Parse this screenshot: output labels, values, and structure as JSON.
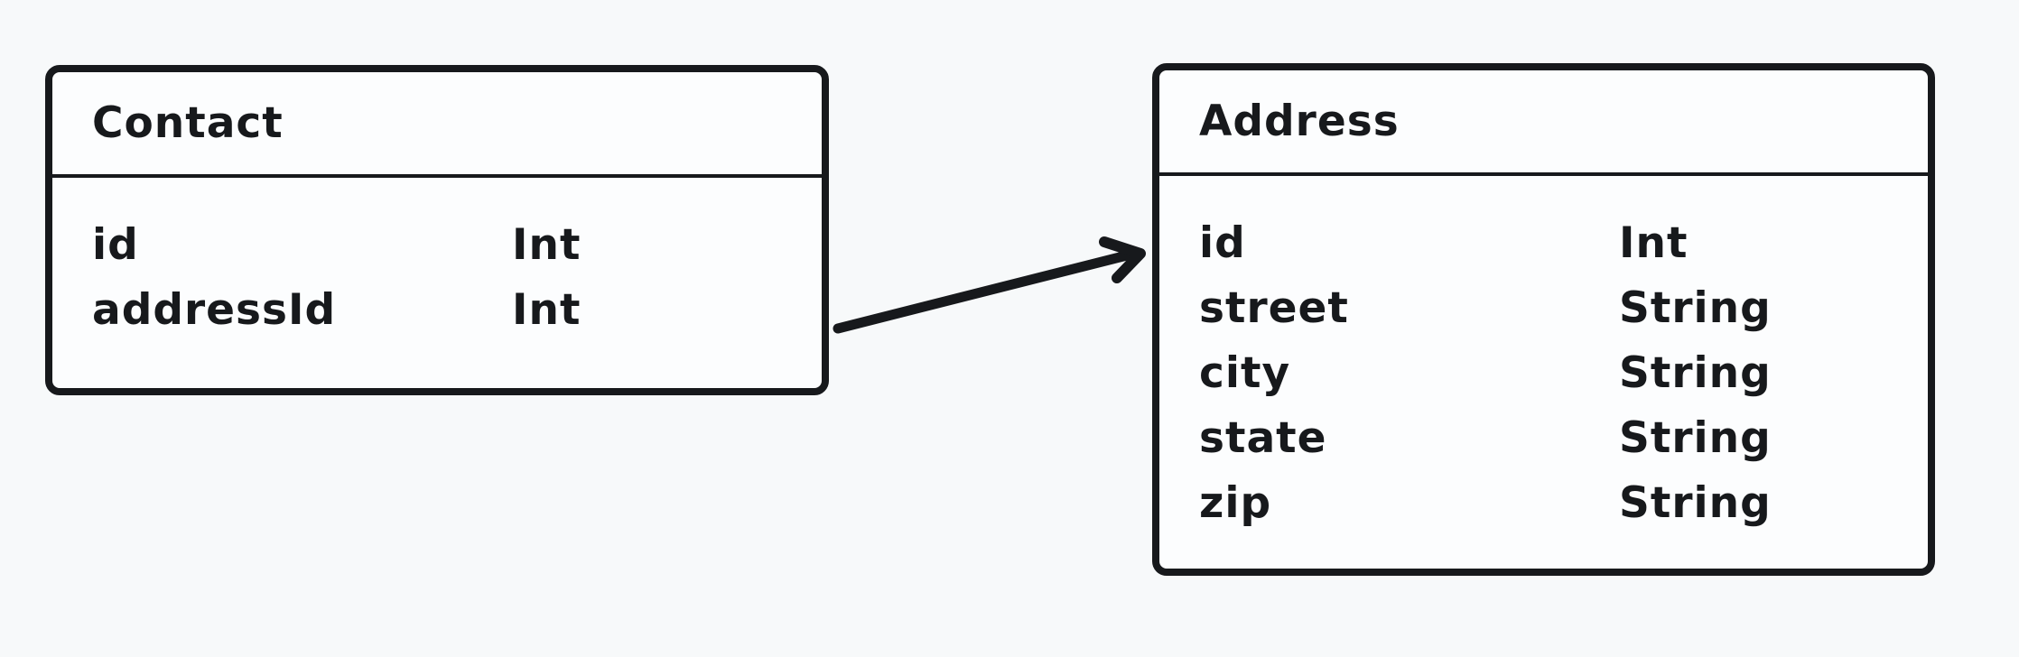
{
  "canvas": {
    "background_color": "#f7f9fa",
    "stroke_color": "#17191c",
    "shape_fill_color": "#fcfdfe"
  },
  "entities": [
    {
      "title": "Contact",
      "fields": [
        {
          "name": "id",
          "type": "Int"
        },
        {
          "name": "addressId",
          "type": "Int"
        }
      ]
    },
    {
      "title": "Address",
      "fields": [
        {
          "name": "id",
          "type": "Int"
        },
        {
          "name": "street",
          "type": "String"
        },
        {
          "name": "city",
          "type": "String"
        },
        {
          "name": "state",
          "type": "String"
        },
        {
          "name": "zip",
          "type": "String"
        }
      ]
    }
  ],
  "relation": {
    "from": "Contact",
    "to": "Address",
    "style": "arrow"
  }
}
